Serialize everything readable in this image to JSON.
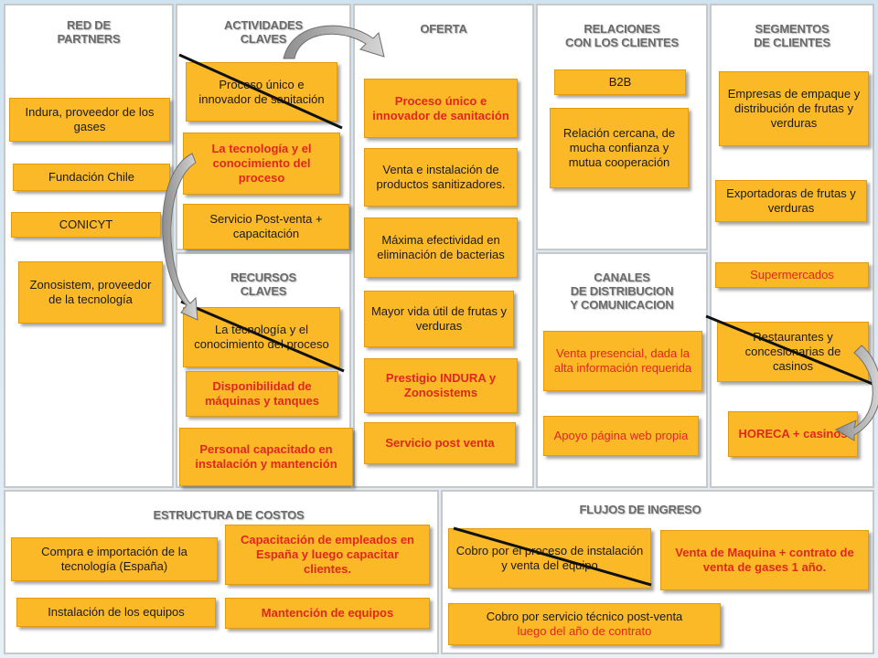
{
  "sections": {
    "partners": "RED DE\nPARTNERS",
    "key_activities": "ACTIVIDADES\nCLAVES",
    "offer": "OFERTA",
    "relations": "RELACIONES\nCON LOS CLIENTES",
    "segments": "SEGMENTOS\nDE CLIENTES",
    "key_resources": "RECURSOS\nCLAVES",
    "channels": "CANALES\nDE DISTRIBUCION\nY COMUNICACION",
    "costs": "ESTRUCTURA DE COSTOS",
    "revenue": "FLUJOS DE INGRESO"
  },
  "partners": [
    "Indura, proveedor de los gases",
    "Fundación Chile",
    "CONICYT",
    "Zonosistem, proveedor de la tecnología"
  ],
  "activities": [
    "Proceso único e innovador de sanitación",
    "La tecnología y el conocimiento del proceso",
    "Servicio Post-venta + capacitación"
  ],
  "resources": [
    "La tecnología y el conocimiento del proceso",
    "Disponibilidad de máquinas y tanques",
    "Personal capacitado en instalación y mantención"
  ],
  "offer": [
    "Proceso único e innovador de sanitación",
    "Venta e instalación de productos sanitizadores.",
    "Máxima efectividad en eliminación de bacterias",
    "Mayor vida útil de frutas y verduras",
    "Prestigio INDURA y Zonosistems",
    "Servicio post venta"
  ],
  "relations": [
    "B2B",
    "Relación cercana, de mucha confianza y mutua cooperación"
  ],
  "channels": [
    "Venta presencial, dada la alta información requerida",
    "Apoyo página web propia"
  ],
  "segments": [
    "Empresas de empaque y distribución de frutas y verduras",
    "Exportadoras de frutas y verduras",
    "Supermercados",
    "Restaurantes y concesionarias de casinos",
    "HORECA + casinos"
  ],
  "costs": [
    "Compra e importación de la tecnología (España)",
    "Instalación de los equipos",
    "Capacitación de empleados en España y luego capacitar clientes.",
    "Mantención de equipos"
  ],
  "revenue": {
    "r1": "Cobro por el proceso de instalación y venta del equipo",
    "r2": "Venta de Maquina + contrato de venta de gases 1 año.",
    "r3a": "Cobro por servicio técnico post-venta",
    "r3b": "luego del año de contrato"
  },
  "colors": {
    "box": "#fbb928",
    "highlight": "#e3261d"
  }
}
